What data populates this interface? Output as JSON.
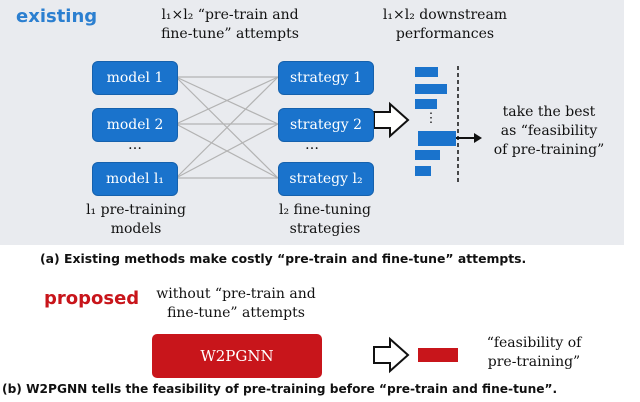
{
  "existing": {
    "tag": "existing",
    "attempts_label": [
      "l₁×l₂ “pre-train and",
      "fine-tune” attempts"
    ],
    "downstream_label": [
      "l₁×l₂ downstream",
      "performances"
    ],
    "models": [
      "model 1",
      "model 2",
      "…",
      "model l₁"
    ],
    "strategies": [
      "strategy 1",
      "strategy 2",
      "…",
      "strategy l₂"
    ],
    "models_caption": [
      "l₁ pre-training",
      "models"
    ],
    "strategies_caption": [
      "l₂ fine-tuning",
      "strategies"
    ],
    "take_best": [
      "take the best",
      "as “feasibility",
      "of pre-training”"
    ],
    "vertical_dots": "⋮",
    "caption": "(a) Existing methods make costly “pre-train and fine-tune” attempts."
  },
  "proposed": {
    "tag": "proposed",
    "without_label": [
      "without “pre-train and",
      "fine-tune” attempts"
    ],
    "model_name": "W2PGNN",
    "feasibility_label": [
      "“feasibility of",
      "pre-training”"
    ],
    "caption": "(b) W2PGNN tells the feasibility of pre-training before “pre-train and fine-tune”."
  },
  "colors": {
    "panel_bg": "#e9ebef",
    "box_blue": "#1a73cc",
    "existing_blue": "#2b7fd0",
    "proposed_red": "#c8151b",
    "connector_gray": "#b3b3b3"
  }
}
